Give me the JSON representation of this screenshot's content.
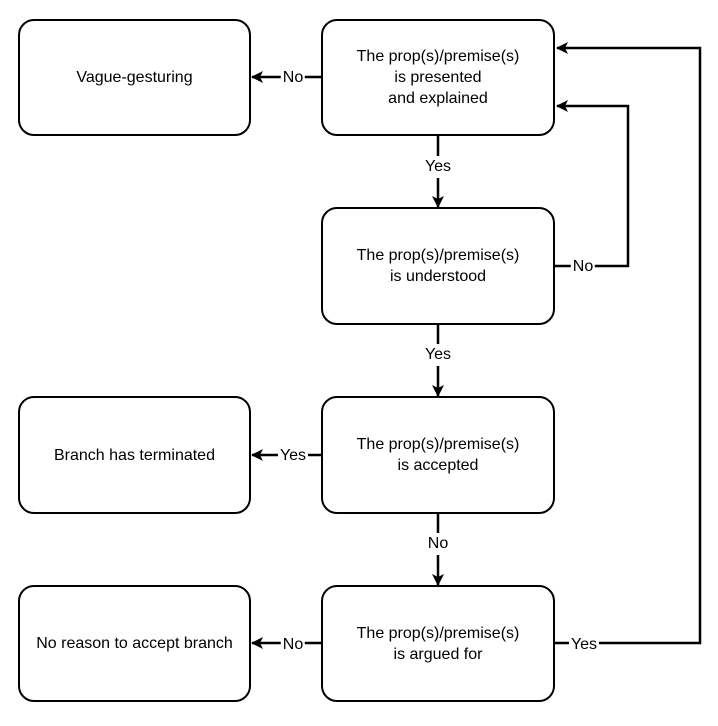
{
  "nodes": {
    "presented": "The prop(s)/premise(s)\nis presented\nand explained",
    "vague": "Vague-gesturing",
    "understood": "The prop(s)/premise(s)\nis understood",
    "accepted": "The prop(s)/premise(s)\nis accepted",
    "terminated": "Branch has terminated",
    "argued": "The prop(s)/premise(s)\nis argued for",
    "no_reason": "No reason to accept branch"
  },
  "edges": {
    "presented_to_vague": "No",
    "presented_to_understood": "Yes",
    "understood_to_presented": "No",
    "understood_to_accepted": "Yes",
    "accepted_to_terminated": "Yes",
    "accepted_to_argued": "No",
    "argued_to_no_reason": "No",
    "argued_to_presented": "Yes"
  }
}
